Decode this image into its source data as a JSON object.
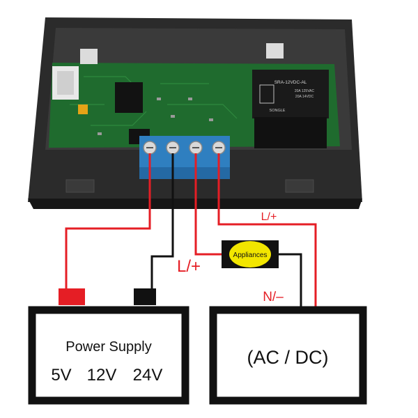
{
  "relay_module": {
    "relay_model": "SRA-12VDC-AL",
    "relay_brand": "SONGLE",
    "relay_rating_1": "20A 125VAC",
    "relay_rating_2": "20A 14VDC",
    "colors": {
      "case": "#2a2a2a",
      "pcb": "#1f6b2e",
      "terminal": "#2f7fc0",
      "relay": "#1a1a1a"
    }
  },
  "wiring": {
    "label_upper": "L/+",
    "label_lower_left": "L/+",
    "label_neutral": "N/–",
    "colors": {
      "red_wire": "#e51e25",
      "black_wire": "#111111"
    }
  },
  "appliance": {
    "label": "Appliances",
    "colors": {
      "body": "#111111",
      "disc": "#f2e600"
    }
  },
  "power_supply": {
    "title": "Power Supply",
    "voltages": [
      "5V",
      "12V",
      "24V"
    ],
    "colors": {
      "positive_terminal": "#e51e25",
      "negative_terminal": "#111111"
    }
  },
  "load_source": {
    "label": "(AC / DC)"
  }
}
